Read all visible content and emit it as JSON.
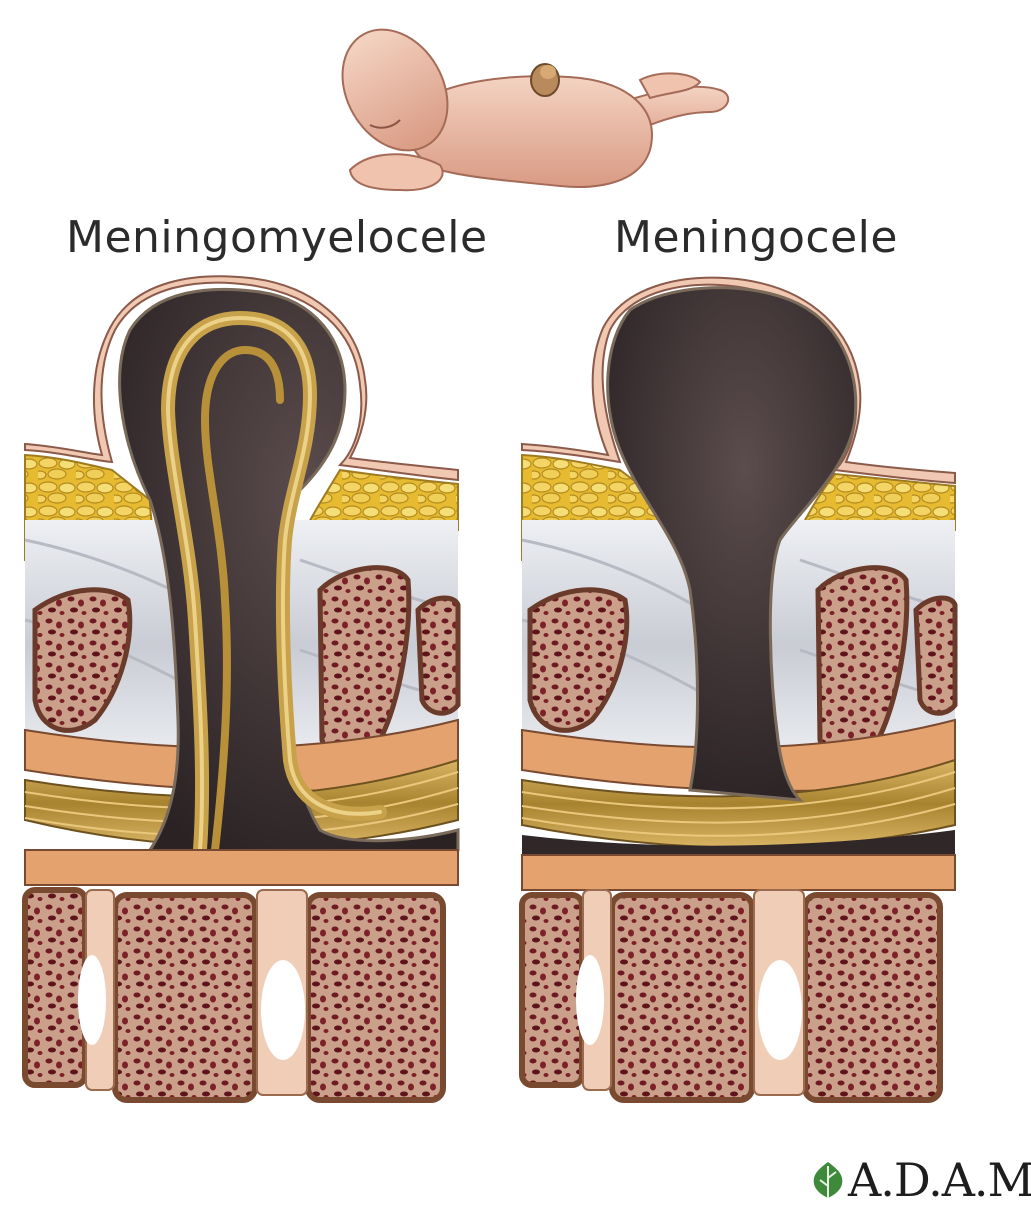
{
  "labels": {
    "left": "Meningomyelocele",
    "right": "Meningocele"
  },
  "logo": {
    "text": "A.D.A.M.",
    "icon": "leaf-icon"
  },
  "colors": {
    "sac": "#3a2f30",
    "fat": "#e9c23a",
    "bone": "#e8b79a",
    "marrow": "#7a1f26",
    "nerve": "#c8a24a",
    "skin": "#f1c9b2",
    "muscle": "#dcdde2"
  }
}
